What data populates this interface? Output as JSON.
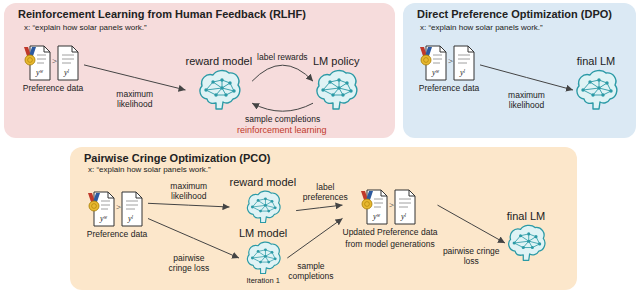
{
  "diagram": {
    "nodes": [
      {
        "text": [
          "Reinforcement Learning from Human Feedback (RLHF)"
        ]
      },
      {
        "text": [
          "Preference data"
        ],
        "in": 0
      },
      {
        "text": [
          "reward model"
        ],
        "in": 0
      },
      {
        "text": [
          "LM policy"
        ],
        "in": 0
      },
      {
        "text": [
          "Direct Preference Optimization (DPO)"
        ]
      },
      {
        "text": [
          "Preference data"
        ],
        "in": 4
      },
      {
        "text": [
          "final LM"
        ],
        "in": 4
      },
      {
        "text": [
          "Pairwise Cringe Optimization (PCO)"
        ]
      },
      {
        "text": [
          "Preference data"
        ],
        "in": 7
      },
      {
        "text": [
          "reward model"
        ],
        "in": 7
      },
      {
        "text": [
          "LM model",
          "Iteration 1"
        ],
        "in": 7
      },
      {
        "text": [
          "Updated Preference data",
          "from model generations"
        ],
        "in": 7
      },
      {
        "text": [
          "final LM"
        ],
        "in": 7
      }
    ],
    "edges": [
      {
        "from": 1,
        "to": 2,
        "arrow": "to",
        "label": "maximum likelihood"
      },
      {
        "from": 2,
        "to": 3,
        "arrow": "to",
        "label": "label rewards"
      },
      {
        "from": 3,
        "to": 2,
        "arrow": "to",
        "label": "sample completions"
      },
      {
        "from": 5,
        "to": 6,
        "arrow": "to",
        "label": "maximum likelihood"
      },
      {
        "from": 8,
        "to": 9,
        "arrow": "to",
        "label": "maximum likelihood"
      },
      {
        "from": 8,
        "to": 10,
        "arrow": "to",
        "label": "pairwise cringe loss"
      },
      {
        "from": 9,
        "to": 11,
        "arrow": "to",
        "label": "label preferences"
      },
      {
        "from": 10,
        "to": 11,
        "arrow": "to",
        "label": "sample completions"
      },
      {
        "from": 11,
        "to": 12,
        "arrow": "to",
        "label": "pairwise cringe loss"
      }
    ],
    "labels": [
      "x: “explain how solar panels work.”",
      "yʷ",
      ">",
      "yˡ",
      "reinforcement learning",
      "x: “explain how solar panels work.”",
      "yʷ",
      ">",
      "yˡ",
      "x: “explain how solar panels work.”",
      "yʷ",
      ">",
      "yˡ",
      "yʷ",
      ">",
      "yˡ"
    ]
  }
}
